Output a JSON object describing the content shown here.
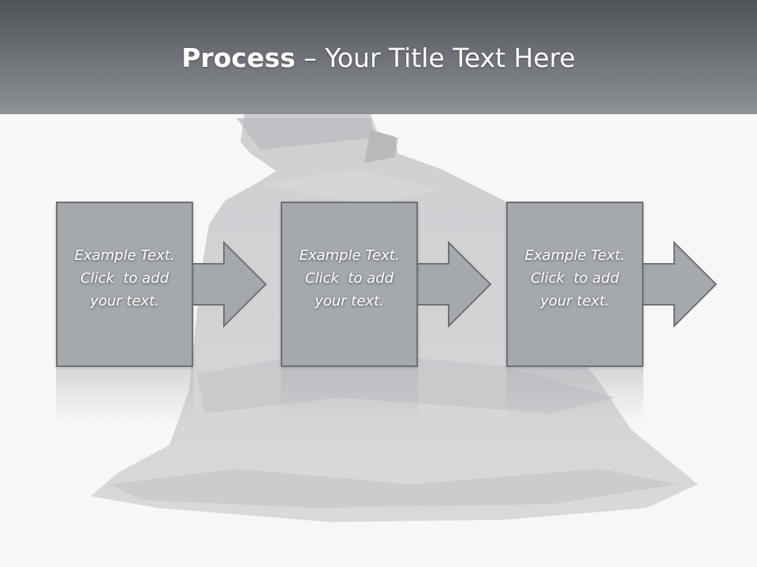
{
  "slide": {
    "title_bold": "Process",
    "title_rest": " – Your Title Text Here"
  },
  "steps": [
    {
      "line1": "Example Text.",
      "line2": "Click  to add",
      "line3": "your text."
    },
    {
      "line1": "Example Text.",
      "line2": "Click  to add",
      "line3": "your text."
    },
    {
      "line1": "Example Text.",
      "line2": "Click  to add",
      "line3": "your text."
    }
  ],
  "colors": {
    "header_top": "#4f5358",
    "header_bottom": "#8e9296",
    "box_fill": "#a5a9ad",
    "box_border": "#6e7276",
    "background": "#f7f7f8"
  },
  "background_image": "trash-bag-photo"
}
